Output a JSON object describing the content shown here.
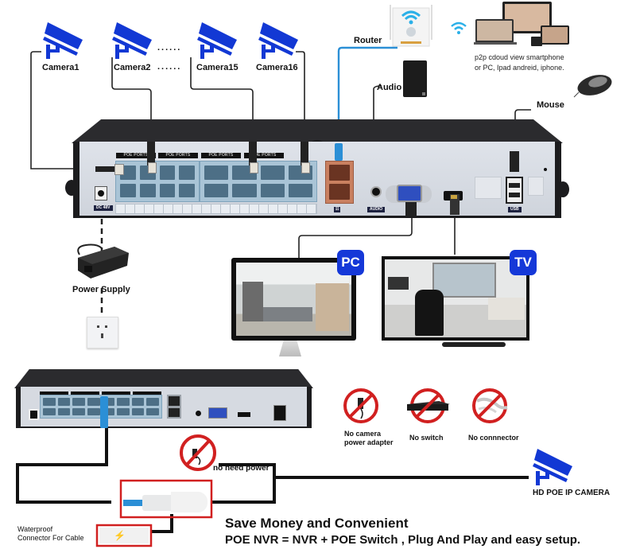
{
  "cameras": [
    {
      "label": "Camera1"
    },
    {
      "label": "Camera2"
    },
    {
      "label": "Camera15"
    },
    {
      "label": "Camera16"
    }
  ],
  "ellipsis": "......",
  "router": {
    "label": "Router"
  },
  "audio": {
    "label": "Audio"
  },
  "mouse": {
    "label": "Mouse"
  },
  "p2p": {
    "line1": "p2p cdoud view smartphone",
    "line2": "or PC, Ipad andreid, iphone."
  },
  "power_supply": {
    "label": "Power Supply"
  },
  "nvr": {
    "poe_headers": [
      "POE PORTS",
      "POE PORTS",
      "POE PORTS",
      "POE PORTS"
    ],
    "port_labels": {
      "dc": "DC 48V",
      "audio": "AUDIO",
      "usb": "USB"
    }
  },
  "displays": {
    "pc_badge": "PC",
    "tv_badge": "TV"
  },
  "prohibitions": [
    {
      "line1": "No camera",
      "line2": "power adapter"
    },
    {
      "line1": "No switch",
      "line2": ""
    },
    {
      "line1": "No connnector",
      "line2": ""
    }
  ],
  "no_power": {
    "label": "no need power"
  },
  "poe_camera": {
    "label": "HD POE IP CAMERA"
  },
  "waterproof": {
    "line1": "Waterproof",
    "line2": "Connector For Cable"
  },
  "footer": {
    "title": "Save Money and Convenient",
    "subtitle": "POE NVR = NVR + POE Switch , Plug And Play and easy setup."
  },
  "colors": {
    "camera_blue": "#1238d4",
    "badge_blue": "#1538d8",
    "router_cable": "#2b8fd6",
    "prohibit_red": "#d12020",
    "nvr_body": "#2b2b2e"
  }
}
